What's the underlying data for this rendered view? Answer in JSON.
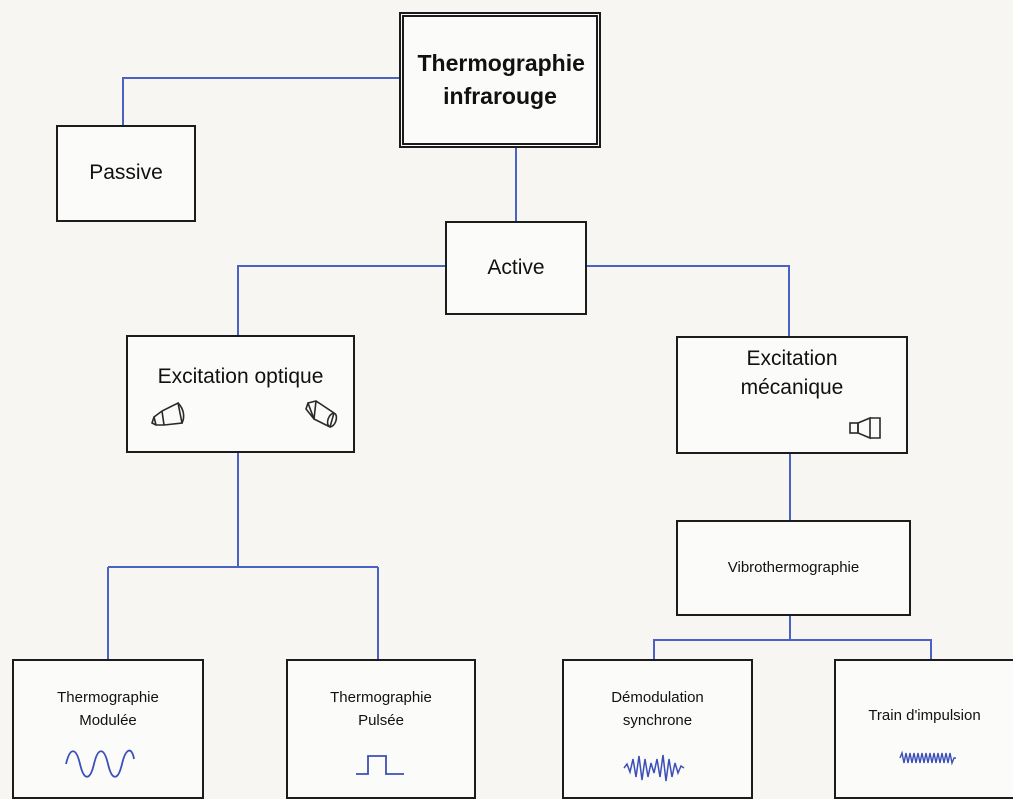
{
  "diagram": {
    "root": {
      "label": "Thermographie infrarouge"
    },
    "passive": {
      "label": "Passive"
    },
    "active": {
      "label": "Active"
    },
    "optical": {
      "label": "Excitation optique",
      "icons": [
        "lamp-icon",
        "lamp-icon"
      ]
    },
    "mechanical": {
      "label": "Excitation mécanique",
      "icons": [
        "speaker-icon"
      ]
    },
    "vibro": {
      "label": "Vibrothermographie"
    },
    "leaves": [
      {
        "label": "Thermographie Modulée",
        "signal": "sine-wave-icon"
      },
      {
        "label": "Thermographie Pulsée",
        "signal": "square-pulse-icon"
      },
      {
        "label": "Démodulation synchrone",
        "signal": "modulated-burst-icon"
      },
      {
        "label": "Train d'impulsion",
        "signal": "pulse-train-icon"
      }
    ],
    "colors": {
      "connector": "#4a62c2",
      "box_border": "#1c1c1c",
      "signal": "#3c4fb8"
    }
  }
}
